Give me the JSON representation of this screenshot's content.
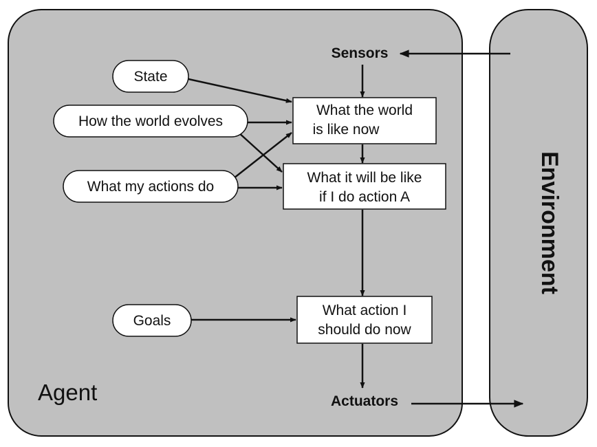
{
  "agent": {
    "label": "Agent",
    "sensors": "Sensors",
    "actuators": "Actuators"
  },
  "environment": {
    "label": "Environment"
  },
  "inputs": {
    "state": "State",
    "world_evolves": "How the world evolves",
    "actions_do": "What my actions do",
    "goals": "Goals"
  },
  "boxes": {
    "world_now": [
      "What the world",
      "is like now"
    ],
    "will_be_like": [
      "What it will be like",
      "if I do action A"
    ],
    "action_now": [
      "What action I",
      "should do now"
    ]
  }
}
